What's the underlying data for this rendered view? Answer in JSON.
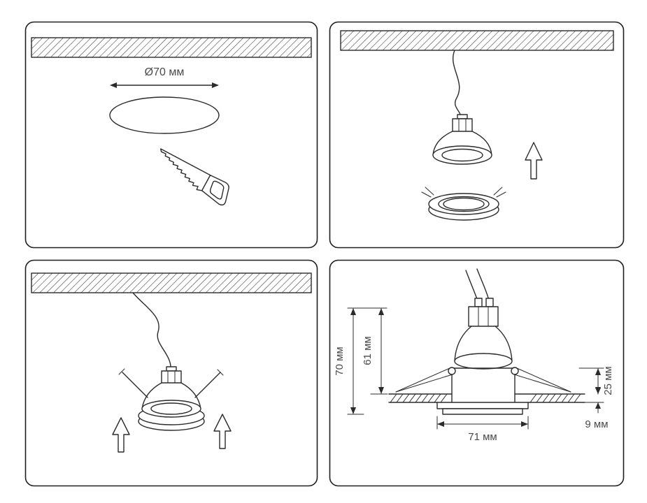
{
  "colors": {
    "line": "#2b2b2b",
    "text": "#4a4a4a",
    "background": "#ffffff"
  },
  "panels": {
    "cut_hole": {
      "dim_diameter": "Ø70 мм"
    },
    "dimensions": {
      "height_total": "70 мм",
      "height_above_ceiling": "61 мм",
      "spring_height": "25 мм",
      "ceiling_thickness": "9 мм",
      "trim_width": "71 мм"
    }
  }
}
